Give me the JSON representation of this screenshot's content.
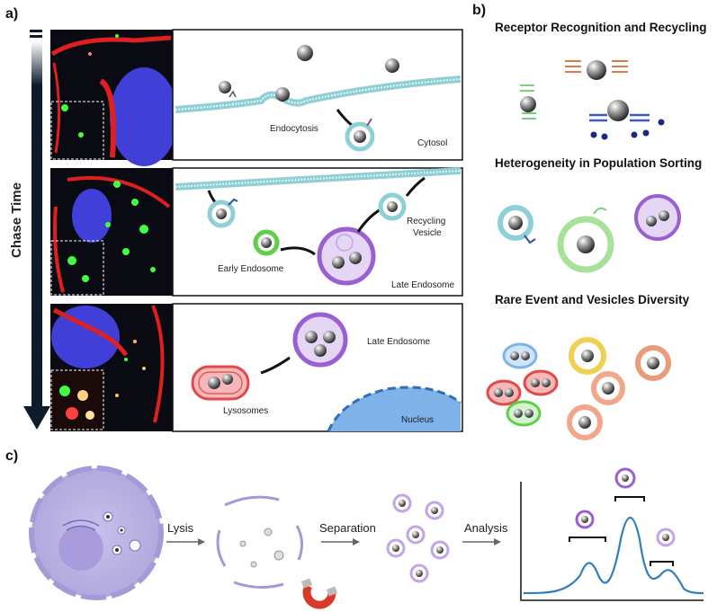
{
  "panel_a": {
    "letter": "a)",
    "axis_label": "Chase Time",
    "stage1": {
      "endocytosis": "Endocytosis",
      "cytosol": "Cytosol"
    },
    "stage2": {
      "recycling": "Recycling",
      "vesicle": "Vesicle",
      "early": "Early Endosome",
      "late": "Late Endosome"
    },
    "stage3": {
      "late": "Late Endosome",
      "lysosomes": "Lysosomes",
      "nucleus": "Nucleus"
    }
  },
  "panel_b": {
    "letter": "b)",
    "heading1": "Receptor Recognition and Recycling",
    "heading2": "Heterogeneity in Population Sorting",
    "heading3": "Rare Event and Vesicles Diversity"
  },
  "panel_c": {
    "letter": "c)",
    "step1": "Lysis",
    "step2": "Separation",
    "step3": "Analysis"
  },
  "colors": {
    "membrane": "#8fd0d6",
    "late_endosome": "#9a5fd0",
    "early_endosome": "#5fcf4a",
    "lysosome": "#e04a4a",
    "nucleus": "#7fb2e8",
    "trace": "#2e7fc0"
  }
}
